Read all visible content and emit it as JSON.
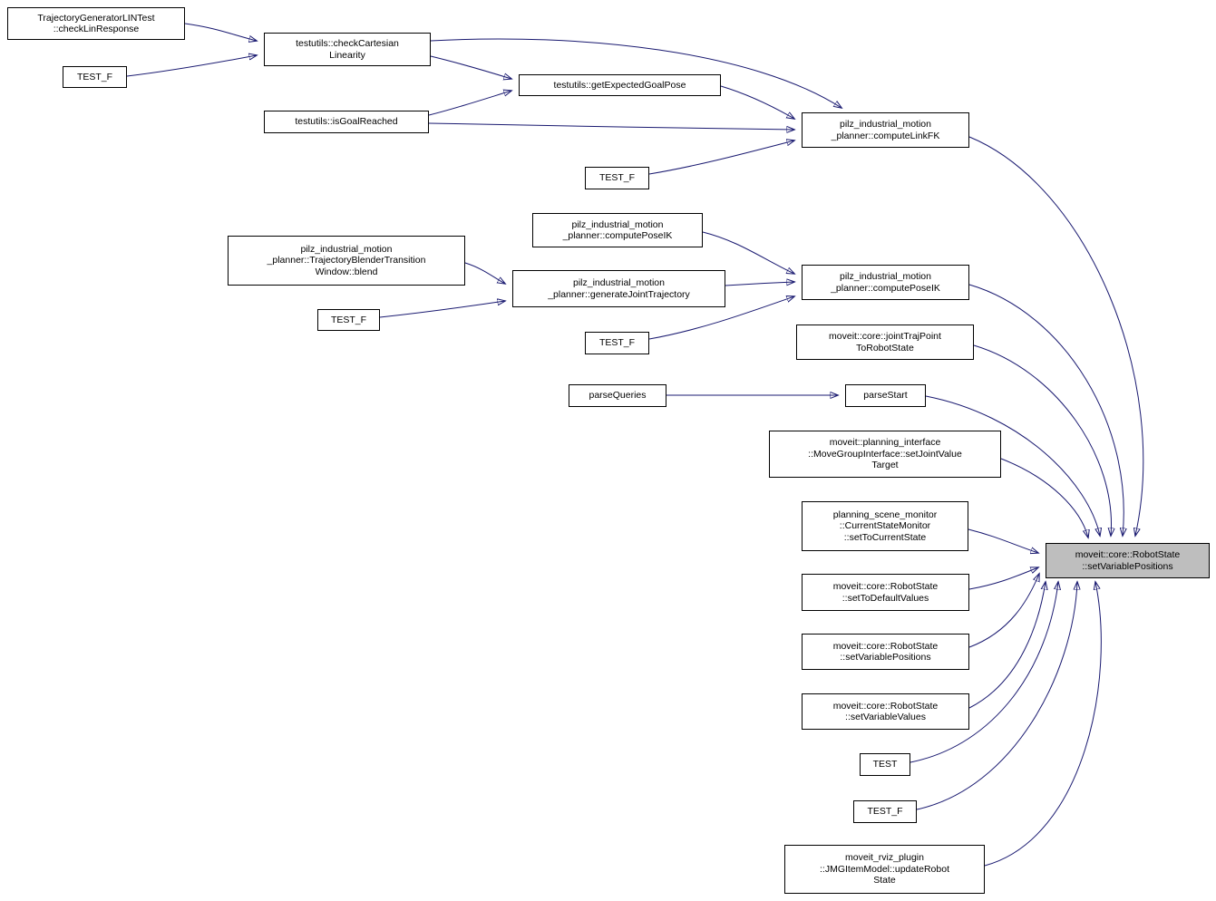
{
  "colors": {
    "edge": "#191970",
    "node_border": "#000000",
    "node_fill": "#ffffff",
    "main_node_fill": "#bebebe"
  },
  "nodes": [
    {
      "id": "checkLinResponse",
      "lines": [
        "TrajectoryGeneratorLINTest",
        "::checkLinResponse"
      ]
    },
    {
      "id": "test_f_1",
      "lines": [
        "TEST_F"
      ]
    },
    {
      "id": "checkCartesianLinearity",
      "lines": [
        "testutils::checkCartesian",
        "Linearity"
      ]
    },
    {
      "id": "getExpectedGoalPose",
      "lines": [
        "testutils::getExpectedGoalPose"
      ]
    },
    {
      "id": "isGoalReached",
      "lines": [
        "testutils::isGoalReached"
      ]
    },
    {
      "id": "computeLinkFK",
      "lines": [
        "pilz_industrial_motion",
        "_planner::computeLinkFK"
      ]
    },
    {
      "id": "test_f_2",
      "lines": [
        "TEST_F"
      ]
    },
    {
      "id": "computePoseIK_caller",
      "lines": [
        "pilz_industrial_motion",
        "_planner::computePoseIK"
      ]
    },
    {
      "id": "blend",
      "lines": [
        "pilz_industrial_motion",
        "_planner::TrajectoryBlenderTransition",
        "Window::blend"
      ]
    },
    {
      "id": "generateJointTrajectory",
      "lines": [
        "pilz_industrial_motion",
        "_planner::generateJointTrajectory"
      ]
    },
    {
      "id": "computePoseIK",
      "lines": [
        "pilz_industrial_motion",
        "_planner::computePoseIK"
      ]
    },
    {
      "id": "test_f_3",
      "lines": [
        "TEST_F"
      ]
    },
    {
      "id": "test_f_4",
      "lines": [
        "TEST_F"
      ]
    },
    {
      "id": "jointTrajPointToRobotState",
      "lines": [
        "moveit::core::jointTrajPoint",
        "ToRobotState"
      ]
    },
    {
      "id": "parseQueries",
      "lines": [
        "parseQueries"
      ]
    },
    {
      "id": "parseStart",
      "lines": [
        "parseStart"
      ]
    },
    {
      "id": "setJointValueTarget",
      "lines": [
        "moveit::planning_interface",
        "::MoveGroupInterface::setJointValue",
        "Target"
      ]
    },
    {
      "id": "setToCurrentState",
      "lines": [
        "planning_scene_monitor",
        "::CurrentStateMonitor",
        "::setToCurrentState"
      ]
    },
    {
      "id": "setVariablePositions_main",
      "lines": [
        "moveit::core::RobotState",
        "::setVariablePositions"
      ]
    },
    {
      "id": "setToDefaultValues",
      "lines": [
        "moveit::core::RobotState",
        "::setToDefaultValues"
      ]
    },
    {
      "id": "setVariablePositions_overload",
      "lines": [
        "moveit::core::RobotState",
        "::setVariablePositions"
      ]
    },
    {
      "id": "setVariableValues",
      "lines": [
        "moveit::core::RobotState",
        "::setVariableValues"
      ]
    },
    {
      "id": "test",
      "lines": [
        "TEST"
      ]
    },
    {
      "id": "test_f_5",
      "lines": [
        "TEST_F"
      ]
    },
    {
      "id": "updateRobotState",
      "lines": [
        "moveit_rviz_plugin",
        "::JMGItemModel::updateRobot",
        "State"
      ]
    }
  ],
  "edges": [
    {
      "from": "checkLinResponse",
      "to": "checkCartesianLinearity"
    },
    {
      "from": "test_f_1",
      "to": "checkCartesianLinearity"
    },
    {
      "from": "checkCartesianLinearity",
      "to": "getExpectedGoalPose"
    },
    {
      "from": "checkCartesianLinearity",
      "to": "computeLinkFK"
    },
    {
      "from": "getExpectedGoalPose",
      "to": "computeLinkFK"
    },
    {
      "from": "isGoalReached",
      "to": "getExpectedGoalPose"
    },
    {
      "from": "isGoalReached",
      "to": "computeLinkFK"
    },
    {
      "from": "test_f_2",
      "to": "computeLinkFK"
    },
    {
      "from": "computePoseIK_caller",
      "to": "computePoseIK"
    },
    {
      "from": "blend",
      "to": "generateJointTrajectory"
    },
    {
      "from": "test_f_3",
      "to": "generateJointTrajectory"
    },
    {
      "from": "generateJointTrajectory",
      "to": "computePoseIK"
    },
    {
      "from": "test_f_4",
      "to": "computePoseIK"
    },
    {
      "from": "parseQueries",
      "to": "parseStart"
    },
    {
      "from": "computeLinkFK",
      "to": "setVariablePositions_main"
    },
    {
      "from": "computePoseIK",
      "to": "setVariablePositions_main"
    },
    {
      "from": "jointTrajPointToRobotState",
      "to": "setVariablePositions_main"
    },
    {
      "from": "parseStart",
      "to": "setVariablePositions_main"
    },
    {
      "from": "setJointValueTarget",
      "to": "setVariablePositions_main"
    },
    {
      "from": "setToCurrentState",
      "to": "setVariablePositions_main"
    },
    {
      "from": "setToDefaultValues",
      "to": "setVariablePositions_main"
    },
    {
      "from": "setVariablePositions_overload",
      "to": "setVariablePositions_main"
    },
    {
      "from": "setVariableValues",
      "to": "setVariablePositions_main"
    },
    {
      "from": "test",
      "to": "setVariablePositions_main"
    },
    {
      "from": "test_f_5",
      "to": "setVariablePositions_main"
    },
    {
      "from": "updateRobotState",
      "to": "setVariablePositions_main"
    }
  ]
}
